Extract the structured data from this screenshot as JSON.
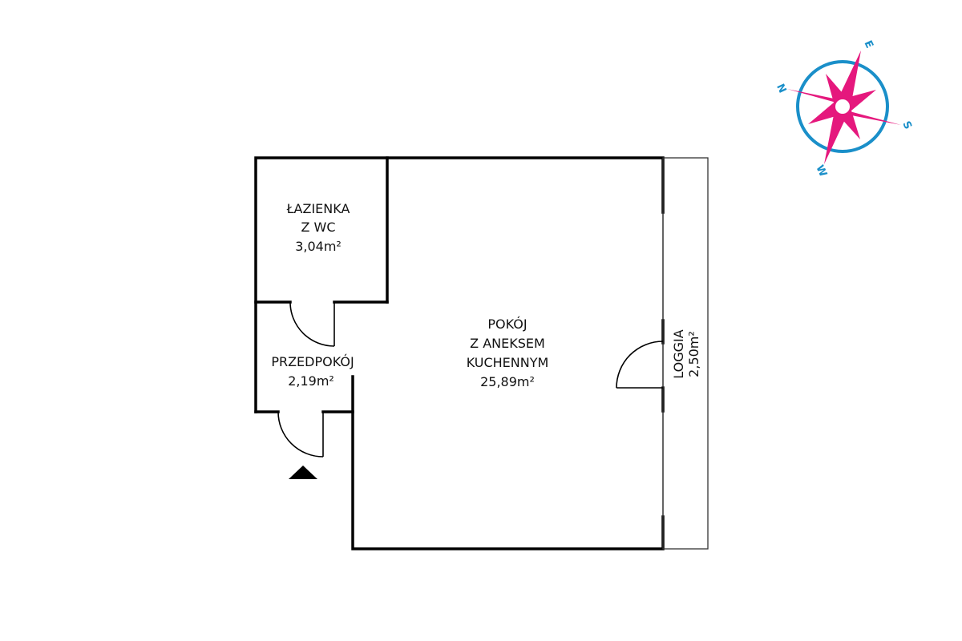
{
  "rooms": {
    "bathroom": {
      "line1": "ŁAZIENKA",
      "line2": "Z WC",
      "area": "3,04m²"
    },
    "hallway": {
      "line1": "PRZEDPOKÓJ",
      "area": "2,19m²"
    },
    "living": {
      "line1": "POKÓJ",
      "line2": "Z ANEKSEM",
      "line3": "KUCHENNYM",
      "area": "25,89m²"
    },
    "loggia": {
      "line1": "LOGGIA",
      "area": "2,50m²"
    }
  },
  "compass": {
    "n": "N",
    "e": "E",
    "s": "S",
    "w": "W",
    "ring_color": "#1a8fc9",
    "star_color": "#e5187d"
  },
  "icons": {
    "entrance": "entrance-triangle-icon",
    "compass": "compass-rose-icon"
  }
}
